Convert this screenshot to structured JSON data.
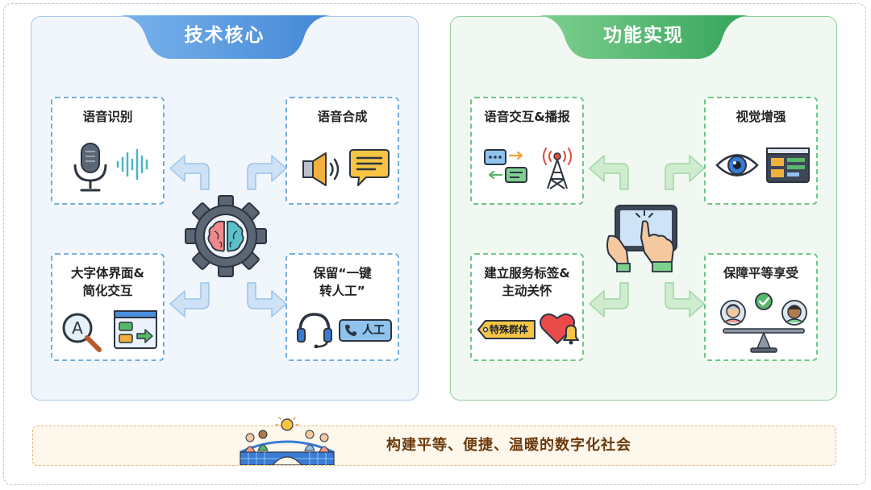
{
  "colors": {
    "tech_accent": "#4a8fdc",
    "func_accent": "#3aa25e",
    "bottom_text": "#6b3a0c"
  },
  "tech_panel": {
    "title": "技术核心",
    "center_icon": "gear-brain-icon",
    "cards": [
      {
        "title": "语音识别",
        "icons": [
          "microphone-icon",
          "sound-wave-icon"
        ]
      },
      {
        "title": "语音合成",
        "icons": [
          "speaker-icon",
          "chat-bubble-icon"
        ]
      },
      {
        "title_line1": "大字体界面&",
        "title_line2": "简化交互",
        "icons": [
          "magnifier-icon",
          "simple-ui-icon"
        ]
      },
      {
        "title_line1": "保留“一键",
        "title_line2": "转人工”",
        "icons": [
          "headset-icon",
          "call-human-button"
        ],
        "button_label": "人工"
      }
    ]
  },
  "func_panel": {
    "title": "功能实现",
    "center_icon": "tablet-touch-icon",
    "cards": [
      {
        "title": "语音交互&播报",
        "icons": [
          "message-exchange-icon",
          "broadcast-tower-icon"
        ]
      },
      {
        "title": "视觉增强",
        "icons": [
          "eye-icon",
          "screen-layout-icon"
        ]
      },
      {
        "title_line1": "建立服务标签&",
        "title_line2": "主动关怀",
        "icons": [
          "tag-icon",
          "heart-bell-icon"
        ],
        "tag_label": "特殊群体"
      },
      {
        "title": "保障平等享受",
        "icons": [
          "balance-people-icon"
        ]
      }
    ]
  },
  "bottom": {
    "text": "构建平等、便捷、温暖的数字化社会",
    "icon": "community-bridge-icon"
  }
}
